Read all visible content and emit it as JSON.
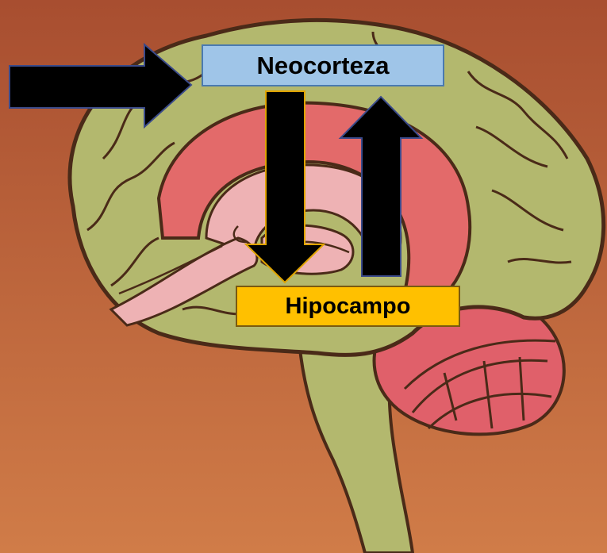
{
  "labels": {
    "neocortex": "Neocorteza",
    "hippocampus": "Hipocampo"
  },
  "colors": {
    "background_top": "#a84e30",
    "background_bottom": "#d07c48",
    "brain_outer": "#b3b86e",
    "brain_outline": "#4a2a18",
    "limbic_red": "#e36a6a",
    "limbic_pink": "#eeb2b4",
    "cerebellum": "#e0606a",
    "neocortex_box": "#9fc5e8",
    "hippocampus_box": "#ffc000",
    "arrow_fill": "#000000",
    "arrow_down_stroke": "#e0a400",
    "arrow_up_stroke": "#3a4a8a"
  },
  "arrows": [
    {
      "from": "outside",
      "to": "neocortex"
    },
    {
      "from": "neocortex",
      "to": "hippocampus"
    },
    {
      "from": "hippocampus",
      "to": "neocortex"
    }
  ]
}
